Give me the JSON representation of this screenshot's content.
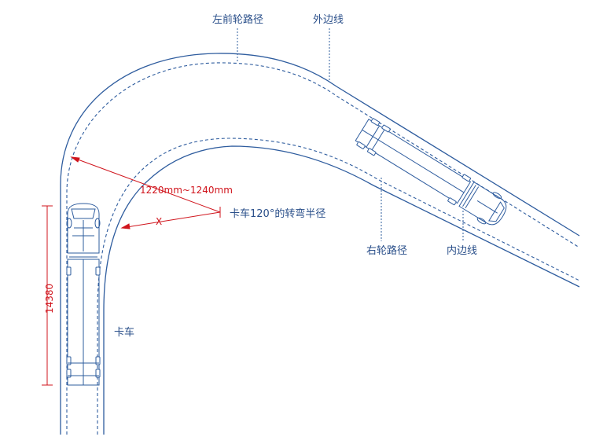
{
  "labels": {
    "left_front_wheel_path": "左前轮路径",
    "outer_edge_line": "外边线",
    "turning_radius": "卡车120°的转弯半径",
    "right_wheel_path": "右轮路径",
    "inner_edge_line": "内边线",
    "truck": "卡车"
  },
  "dimensions": {
    "radius_range": "1220mm~1240mm",
    "unknown_offset": "X",
    "truck_length": "14380"
  },
  "colors": {
    "road_line": "#2e5c9e",
    "annotation_red": "#d0141c",
    "label_text": "#2a4f8a"
  }
}
